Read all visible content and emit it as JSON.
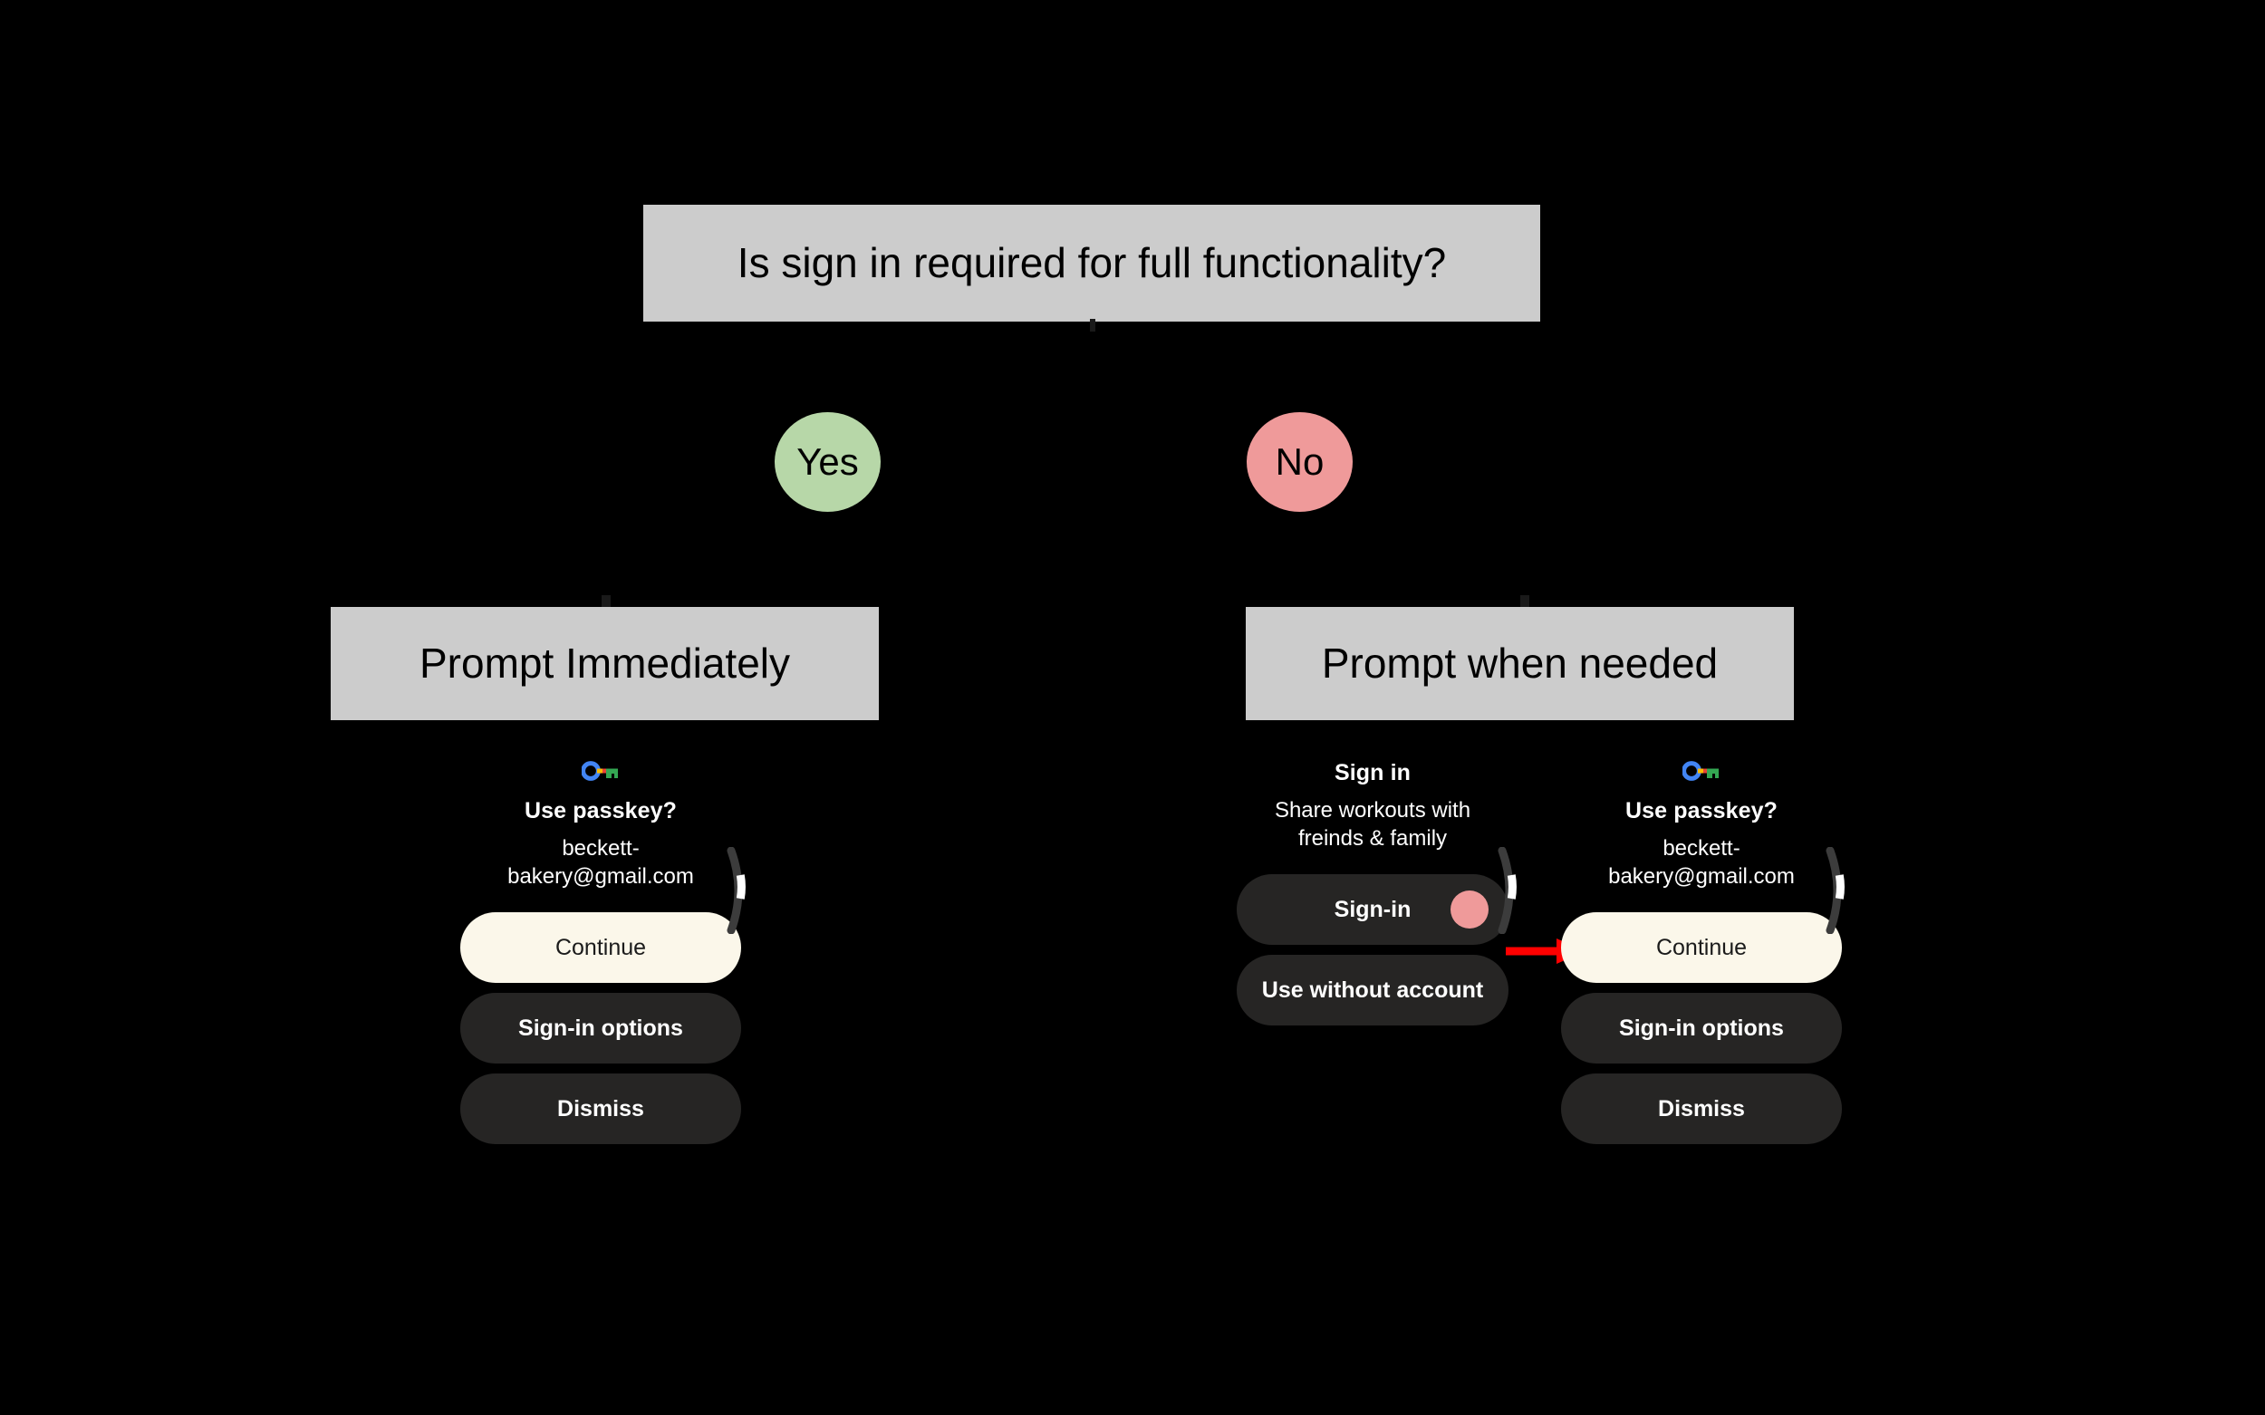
{
  "page": {
    "background_color": "#000000",
    "diagram_title": "Is sign in required for full functionality?"
  },
  "flowchart": {
    "question_box": {
      "label": "Is sign in required for full functionality?",
      "fill": "#cccccc",
      "text_color": "#000000"
    },
    "branches": [
      {
        "label": "Yes",
        "fill": "#b7d7a8",
        "text_color": "#000000"
      },
      {
        "label": "No",
        "fill": "#ef9a9a",
        "text_color": "#000000"
      }
    ],
    "outcome_boxes": [
      {
        "label": "Prompt Immediately",
        "fill": "#cccccc",
        "text_color": "#000000"
      },
      {
        "label": "Prompt when needed",
        "fill": "#cccccc",
        "text_color": "#000000"
      }
    ]
  },
  "mockups": {
    "left_watch": {
      "icon": "google-passkey-icon",
      "title": "Use passkey?",
      "subtitle": "beckett-bakery@gmail.com",
      "buttons": [
        {
          "label": "Continue",
          "style": "primary",
          "fill": "#fbf7ea",
          "text_color": "#1b1b1b"
        },
        {
          "label": "Sign-in options",
          "style": "secondary",
          "fill": "#262524",
          "text_color": "#ffffff"
        },
        {
          "label": "Dismiss",
          "style": "secondary",
          "fill": "#262524",
          "text_color": "#ffffff"
        }
      ]
    },
    "middle_watch": {
      "title": "Sign in",
      "subtitle": "Share workouts with freinds & family",
      "buttons": [
        {
          "label": "Sign-in",
          "style": "secondary",
          "fill": "#262524",
          "text_color": "#ffffff",
          "dot_color": "#ef9a9a"
        },
        {
          "label": "Use without account",
          "style": "secondary",
          "fill": "#262524",
          "text_color": "#ffffff"
        }
      ]
    },
    "right_watch": {
      "icon": "google-passkey-icon",
      "title": "Use passkey?",
      "subtitle": "beckett-bakery@gmail.com",
      "buttons": [
        {
          "label": "Continue",
          "style": "primary",
          "fill": "#fbf7ea",
          "text_color": "#1b1b1b"
        },
        {
          "label": "Sign-in options",
          "style": "secondary",
          "fill": "#262524",
          "text_color": "#ffffff"
        },
        {
          "label": "Dismiss",
          "style": "secondary",
          "fill": "#262524",
          "text_color": "#ffffff"
        }
      ]
    }
  },
  "annotation": {
    "arrow_color": "#ff0000",
    "arrow_direction": "right"
  },
  "colors": {
    "passkey_blue": "#4285f4",
    "passkey_red": "#ea4335",
    "passkey_yellow": "#fbbc04",
    "passkey_green": "#34a853",
    "scroll_track": "#3c3c3c",
    "scroll_thumb": "#ffffff"
  }
}
